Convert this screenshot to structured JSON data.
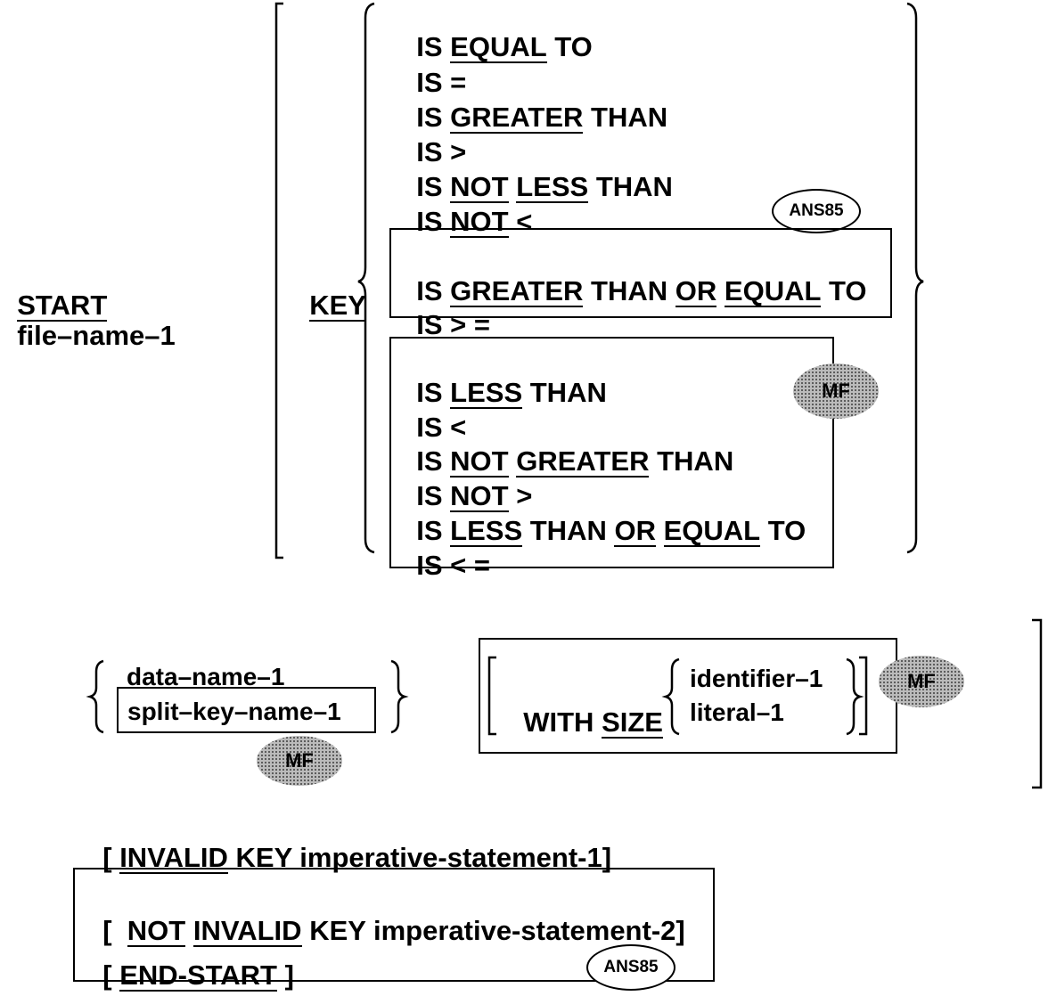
{
  "verb": "START",
  "file_name": "file–name–1",
  "key_kw": "KEY",
  "is": "IS",
  "kw": {
    "equal": "EQUAL",
    "to": "TO",
    "greater": "GREATER",
    "than": "THAN",
    "not": "NOT",
    "less": "LESS",
    "or": "OR"
  },
  "sym": {
    "eq": "=",
    "gt": ">",
    "lt": "<",
    "ge": "> =",
    "le": "< ="
  },
  "badges": {
    "ans85": "ANS85",
    "mf": "MF"
  },
  "operand": {
    "data_name": "data–name–1",
    "split_key": "split–key–name–1"
  },
  "with_size": {
    "with": "WITH",
    "size": "SIZE",
    "identifier": "identifier–1",
    "literal": "literal–1"
  },
  "invalid": {
    "open": "[",
    "invalid_kw": "INVALID",
    "key": "KEY imperative-statement-1]"
  },
  "not_invalid": {
    "open": "[",
    "not_kw": "NOT",
    "invalid_kw": "INVALID",
    "key": "KEY imperative-statement-2]"
  },
  "end_start": {
    "open": "[",
    "kw": "END-START",
    "close": "]"
  }
}
